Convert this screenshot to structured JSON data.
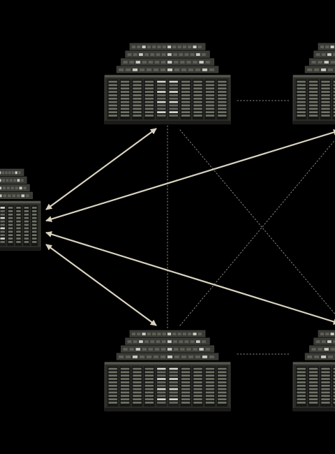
{
  "diagram": {
    "nodes": [
      {
        "id": "left-rack",
        "name": "server-rack-left"
      },
      {
        "id": "top-center-rack",
        "name": "server-rack-top-center"
      },
      {
        "id": "top-right-rack",
        "name": "server-rack-top-right"
      },
      {
        "id": "bottom-center-rack",
        "name": "server-rack-bottom-center"
      },
      {
        "id": "bottom-right-rack",
        "name": "server-rack-bottom-right"
      }
    ],
    "arrows": [
      {
        "from": "left-rack",
        "to": "top-center-rack",
        "name": "arrow-left-to-top-center"
      },
      {
        "from": "left-rack",
        "to": "top-right-rack",
        "name": "arrow-left-to-top-right"
      },
      {
        "from": "left-rack",
        "to": "bottom-right-rack",
        "name": "arrow-left-to-bottom-right"
      },
      {
        "from": "left-rack",
        "to": "bottom-center-rack",
        "name": "arrow-left-to-bottom-center"
      }
    ],
    "dotted_links": [
      {
        "from": "top-center-rack",
        "to": "top-right-rack",
        "name": "dotted-link-top"
      },
      {
        "from": "bottom-center-rack",
        "to": "bottom-right-rack",
        "name": "dotted-link-bottom"
      },
      {
        "from": "top-center-rack",
        "to": "bottom-center-rack",
        "name": "dotted-link-vertical"
      },
      {
        "from": "top-center-rack",
        "to": "bottom-right-rack",
        "name": "dotted-link-diagonal-down"
      },
      {
        "from": "bottom-center-rack",
        "to": "top-right-rack",
        "name": "dotted-link-diagonal-up"
      }
    ]
  },
  "colors": {
    "background": "#000000",
    "arrow": "#d9d3bf",
    "dotted": "#8a8a82",
    "rack_body": "#2b2c28",
    "rack_dark": "#151614",
    "drive": "#8f9484",
    "drive_light": "#c9cbc0",
    "tier": "#3a3b36"
  },
  "icons": {
    "rack": "server-rack-icon"
  }
}
